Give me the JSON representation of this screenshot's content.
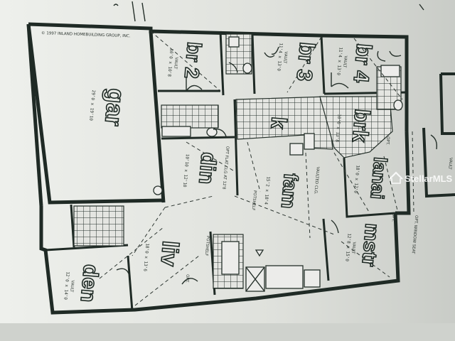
{
  "copyright": "© 1997 INLAND HOMEBUILDING GROUP, INC.",
  "watermark": "StellarMLS",
  "rooms": [
    {
      "key": "gar",
      "label": "gar",
      "dim": "29'0 x 19'10"
    },
    {
      "key": "br2",
      "label": "br 2",
      "dim": "10'0 x 10'8",
      "note": "VAULT"
    },
    {
      "key": "br3",
      "label": "br 3",
      "dim": "11'4 x 13'0",
      "note": "VAULT"
    },
    {
      "key": "br4",
      "label": "br 4",
      "dim": "11'4 x 13'0",
      "note": "VAULT"
    },
    {
      "key": "k",
      "label": "k",
      "dim": ""
    },
    {
      "key": "brk",
      "label": "brk",
      "dim": "10'6 x 13'8"
    },
    {
      "key": "din",
      "label": "din",
      "dim": "10'10 x 12'10"
    },
    {
      "key": "fam",
      "label": "fam",
      "dim": "15'2 x 18'4"
    },
    {
      "key": "lanai",
      "label": "lanai",
      "dim": "18'0 x 12'0"
    },
    {
      "key": "liv",
      "label": "liv",
      "dim": "18'0 x 13'6"
    },
    {
      "key": "den",
      "label": "den",
      "dim": "12'0 x 14'0",
      "note": "VAULT"
    },
    {
      "key": "mstr",
      "label": "mstr",
      "dim": "12'8 x 15'0",
      "note": "VAULT"
    }
  ],
  "notes": {
    "vaulted": "VAULTED CLG.",
    "potshelf": "POTSHELF",
    "opt": "OPT.",
    "opt_flat": "OPT FLAT CLG AT 12'8",
    "opt_window": "OPT. WINDOW SEAT",
    "vault": "VAULT"
  },
  "icons": {
    "watermark_logo": "house-roof-icon"
  }
}
